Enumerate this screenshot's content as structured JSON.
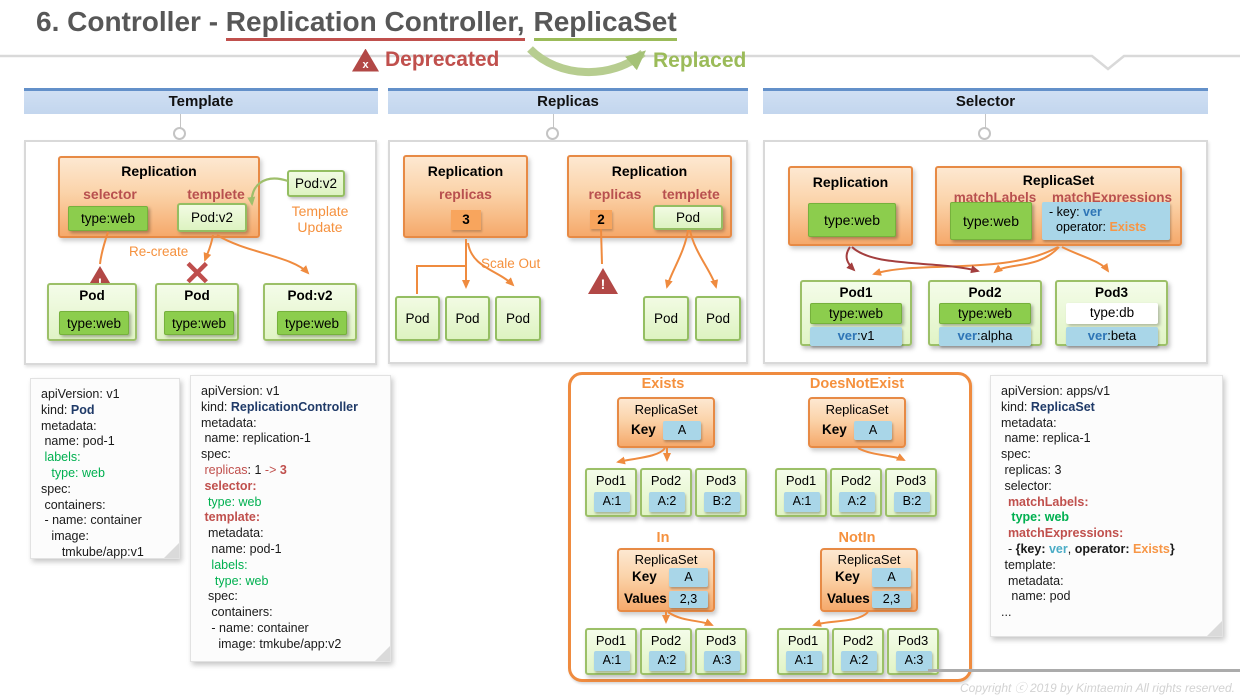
{
  "header": {
    "title_prefix": "6. Controller - ",
    "title_rc": "Replication Controller,",
    "title_rs": "ReplicaSet",
    "deprecated": "Deprecated",
    "replaced": "Replaced"
  },
  "colors": {
    "accent_orange": "#EF8B3F",
    "maroon": "#C0504D",
    "green_label": "#8CCD4D",
    "light_green": "#E1F4C6",
    "blue_label": "#A9D6E8",
    "header_blue": "#C3D6EE",
    "kind_navy": "#1F3A68",
    "yaml_green": "#00B050",
    "ver_blue": "#2E75B6",
    "exists_orange": "#F79646",
    "title_gray": "#575757",
    "replaced_green": "#9BBB59",
    "warning_red": "#B24846"
  },
  "panels": {
    "template": {
      "header": "Template",
      "replication": {
        "title": "Replication",
        "selector_label": "selector",
        "selector_value": "type:web",
        "templete_label": "templete",
        "templete_value": "Pod:v2"
      },
      "update_box": "Pod:v2",
      "update_caption": "Template Update",
      "recreate": "Re-create",
      "pods": [
        {
          "title": "Pod",
          "label": "type:web"
        },
        {
          "title": "Pod",
          "label": "type:web"
        },
        {
          "title": "Pod:v2",
          "label": "type:web"
        }
      ]
    },
    "replicas": {
      "header": "Replicas",
      "left": {
        "title": "Replication",
        "replicas_label": "replicas",
        "replicas_value": "3",
        "pods": [
          "Pod",
          "Pod",
          "Pod"
        ]
      },
      "scale_out": "Scale Out",
      "right": {
        "title": "Replication",
        "replicas_label": "replicas",
        "replicas_value": "2",
        "templete_label": "templete",
        "templete_value": "Pod",
        "pods": [
          "Pod",
          "Pod"
        ]
      }
    },
    "selector": {
      "header": "Selector",
      "replication": {
        "title": "Replication",
        "label": "type:web"
      },
      "replicaset": {
        "title": "ReplicaSet",
        "matchlabels_label": "matchLabels",
        "matchexpressions_label": "matchExpressions",
        "matchlabels_value": "type:web",
        "expr_line1_prefix": "- key: ",
        "expr_key": "ver",
        "expr_line2_prefix": "operator: ",
        "expr_op_value": "Exists"
      },
      "pods": [
        {
          "title": "Pod1",
          "label1": "type:web",
          "ver_key": "ver",
          "ver_value": ":v1"
        },
        {
          "title": "Pod2",
          "label1": "type:web",
          "ver_key": "ver",
          "ver_value": ":alpha"
        },
        {
          "title": "Pod3",
          "label1": "type:db",
          "ver_key": "ver",
          "ver_value": ":beta"
        }
      ]
    }
  },
  "operators": {
    "groups": [
      {
        "title": "Exists",
        "box_title": "ReplicaSet",
        "key_label": "Key",
        "key_value": "A",
        "pods": [
          {
            "title": "Pod1",
            "label": "A:1"
          },
          {
            "title": "Pod2",
            "label": "A:2"
          },
          {
            "title": "Pod3",
            "label": "B:2"
          }
        ]
      },
      {
        "title": "DoesNotExist",
        "box_title": "ReplicaSet",
        "key_label": "Key",
        "key_value": "A",
        "pods": [
          {
            "title": "Pod1",
            "label": "A:1"
          },
          {
            "title": "Pod2",
            "label": "A:2"
          },
          {
            "title": "Pod3",
            "label": "B:2"
          }
        ]
      },
      {
        "title": "In",
        "box_title": "ReplicaSet",
        "key_label": "Key",
        "key_value": "A",
        "values_label": "Values",
        "values_value": "2,3",
        "pods": [
          {
            "title": "Pod1",
            "label": "A:1"
          },
          {
            "title": "Pod2",
            "label": "A:2"
          },
          {
            "title": "Pod3",
            "label": "A:3"
          }
        ]
      },
      {
        "title": "NotIn",
        "box_title": "ReplicaSet",
        "key_label": "Key",
        "key_value": "A",
        "values_label": "Values",
        "values_value": "2,3",
        "pods": [
          {
            "title": "Pod1",
            "label": "A:1"
          },
          {
            "title": "Pod2",
            "label": "A:2"
          },
          {
            "title": "Pod3",
            "label": "A:3"
          }
        ]
      }
    ]
  },
  "yaml_notes": [
    {
      "lines": [
        [
          {
            "t": "apiVersion: v1"
          }
        ],
        [
          {
            "t": "kind: "
          },
          {
            "t": "Pod",
            "c": "k"
          }
        ],
        [
          {
            "t": "metadata:"
          }
        ],
        [
          {
            "t": " name: pod-1"
          }
        ],
        [
          {
            "t": " labels:",
            "c": "g"
          }
        ],
        [
          {
            "t": "   type: web",
            "c": "g"
          }
        ],
        [
          {
            "t": "spec:"
          }
        ],
        [
          {
            "t": " containers:"
          }
        ],
        [
          {
            "t": " - name: container"
          }
        ],
        [
          {
            "t": "   image:"
          }
        ],
        [
          {
            "t": "      tmkube/app:v1"
          }
        ]
      ]
    },
    {
      "lines": [
        [
          {
            "t": "apiVersion: v1"
          }
        ],
        [
          {
            "t": "kind: "
          },
          {
            "t": "ReplicationController",
            "c": "k"
          }
        ],
        [
          {
            "t": "metadata:"
          }
        ],
        [
          {
            "t": " name: replication-1"
          }
        ],
        [
          {
            "t": "spec:"
          }
        ],
        [
          {
            "t": " replicas",
            "c": "m"
          },
          {
            "t": ": 1 "
          },
          {
            "t": "-> ",
            "c": "m"
          },
          {
            "t": "3",
            "c": "mb"
          }
        ],
        [
          {
            "t": " selector:",
            "c": "mb"
          }
        ],
        [
          {
            "t": "  type: web",
            "c": "g"
          }
        ],
        [
          {
            "t": " template:",
            "c": "mb"
          }
        ],
        [
          {
            "t": "  metadata:"
          }
        ],
        [
          {
            "t": "   name: pod-1"
          }
        ],
        [
          {
            "t": "   labels:",
            "c": "g"
          }
        ],
        [
          {
            "t": "    type: web",
            "c": "g"
          }
        ],
        [
          {
            "t": "  spec:"
          }
        ],
        [
          {
            "t": "   containers:"
          }
        ],
        [
          {
            "t": "   - name: container"
          }
        ],
        [
          {
            "t": "     image: tmkube/app:v2"
          }
        ]
      ]
    },
    {
      "lines": [
        [
          {
            "t": "apiVersion: apps/v1"
          }
        ],
        [
          {
            "t": "kind: "
          },
          {
            "t": "ReplicaSet",
            "c": "k"
          }
        ],
        [
          {
            "t": "metadata:"
          }
        ],
        [
          {
            "t": " name: replica-1"
          }
        ],
        [
          {
            "t": "spec:"
          }
        ],
        [
          {
            "t": " replicas: 3"
          }
        ],
        [
          {
            "t": " selector:"
          }
        ],
        [
          {
            "t": "  matchLabels:",
            "c": "mb"
          }
        ],
        [
          {
            "t": "   type: web",
            "c": "gb"
          }
        ],
        [
          {
            "t": "  matchExpressions:",
            "c": "mb"
          }
        ],
        [
          {
            "t": "  - "
          },
          {
            "t": "{key: ",
            "c": "b"
          },
          {
            "t": "ver",
            "c": "bl"
          },
          {
            "t": ", "
          },
          {
            "t": "operator: ",
            "c": "b"
          },
          {
            "t": "Exists",
            "c": "o"
          },
          {
            "t": "}",
            "c": "b"
          }
        ],
        [
          {
            "t": " template:"
          }
        ],
        [
          {
            "t": "  metadata:"
          }
        ],
        [
          {
            "t": "   name: pod"
          }
        ],
        [
          {
            "t": "..."
          }
        ]
      ]
    }
  ],
  "footer": {
    "copyright": "Copyright ⓒ 2019 by Kimtaemin All rights reserved."
  }
}
